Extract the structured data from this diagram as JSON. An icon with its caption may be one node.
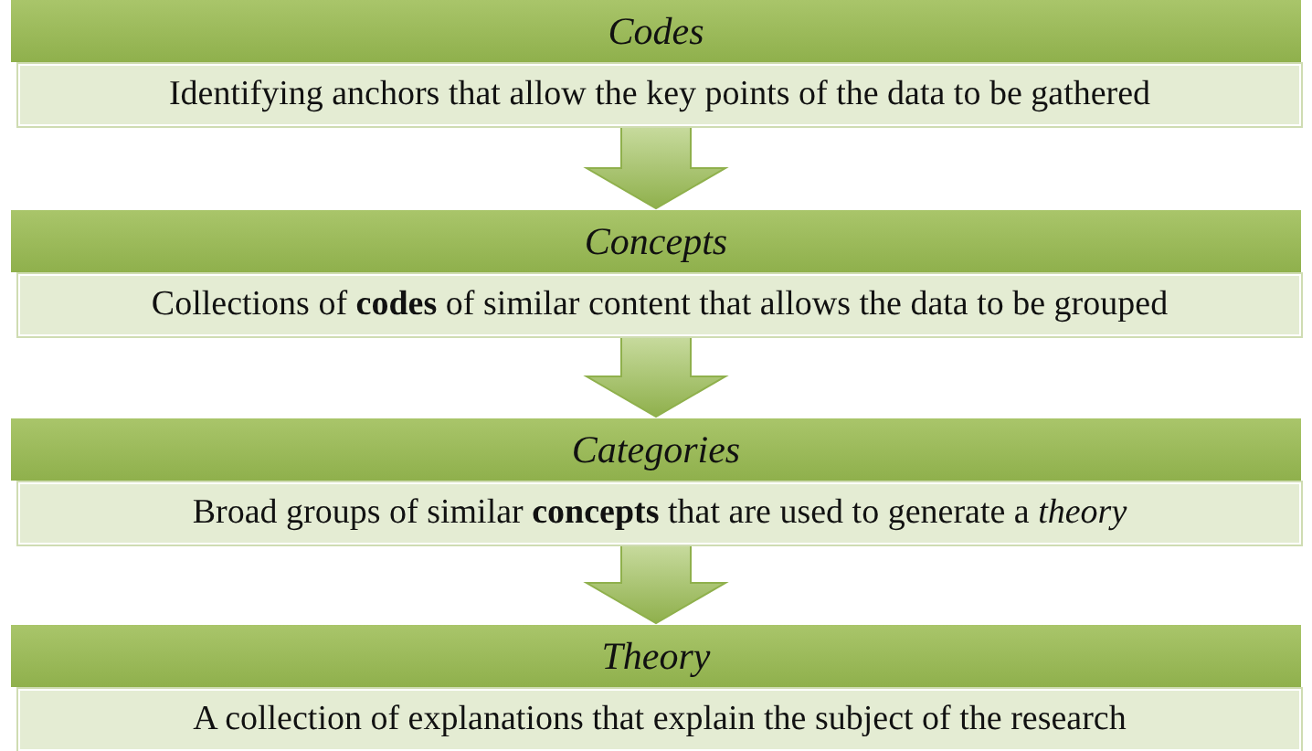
{
  "diagram": {
    "nodes": [
      {
        "text": [
          "Codes"
        ]
      },
      {
        "text": [
          "Identifying anchors that allow the key points of the data to be gathered"
        ]
      },
      {
        "text": [
          "Concepts"
        ]
      },
      {
        "text": [
          "Collections of **codes** of similar content that allows the data to be grouped"
        ]
      },
      {
        "text": [
          "Categories"
        ]
      },
      {
        "text": [
          "Broad groups of similar **concepts** that are used to generate a *theory*"
        ]
      },
      {
        "text": [
          "Theory"
        ]
      },
      {
        "text": [
          "A collection of explanations that explain the subject of the research"
        ]
      }
    ],
    "edges": [
      {
        "from": 1,
        "to": 2,
        "arrow": "to",
        "style": "thick"
      },
      {
        "from": 3,
        "to": 4,
        "arrow": "to",
        "style": "thick"
      },
      {
        "from": 5,
        "to": 6,
        "arrow": "to",
        "style": "thick"
      }
    ]
  }
}
